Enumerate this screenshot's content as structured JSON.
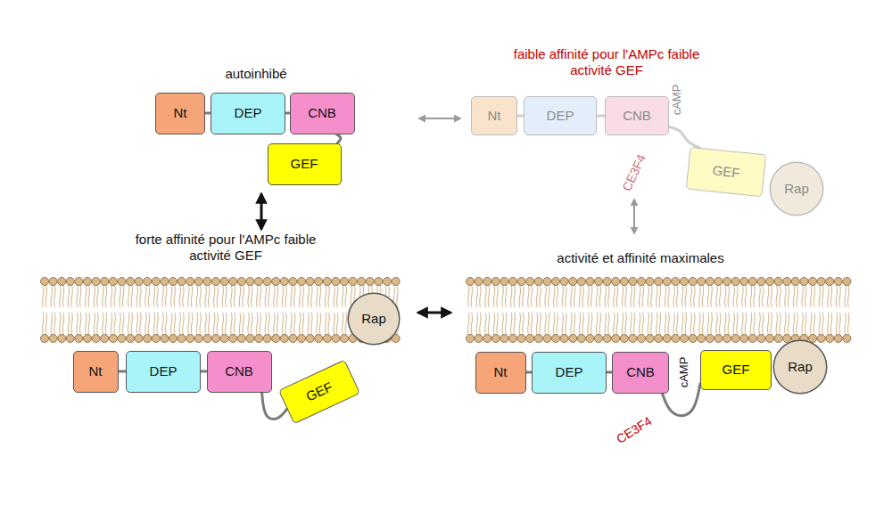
{
  "diagram": {
    "nodes": [
      {
        "text": [
          "Nt"
        ]
      },
      {
        "text": [
          "DEP"
        ]
      },
      {
        "text": [
          "CNB"
        ]
      },
      {
        "text": [
          "GEF"
        ]
      },
      {
        "text": [
          "Nt"
        ]
      },
      {
        "text": [
          "DEP"
        ]
      },
      {
        "text": [
          "CNB"
        ]
      },
      {
        "text": [
          "GEF"
        ]
      },
      {
        "text": [
          "Rap"
        ]
      },
      {
        "text": [
          "Nt"
        ]
      },
      {
        "text": [
          "DEP"
        ]
      },
      {
        "text": [
          "CNB"
        ]
      },
      {
        "text": [
          "GEF"
        ]
      },
      {
        "text": [
          "Rap"
        ]
      },
      {
        "text": [
          "Nt"
        ]
      },
      {
        "text": [
          "DEP"
        ]
      },
      {
        "text": [
          "CNB"
        ]
      },
      {
        "text": [
          "GEF"
        ]
      },
      {
        "text": [
          "Rap"
        ]
      }
    ],
    "edges": [
      {
        "from": 0,
        "to": 1,
        "arrow": "none"
      },
      {
        "from": 1,
        "to": 2,
        "arrow": "none"
      },
      {
        "from": 2,
        "to": 3,
        "arrow": "none"
      },
      {
        "from": 4,
        "to": 5,
        "arrow": "none"
      },
      {
        "from": 5,
        "to": 6,
        "arrow": "none"
      },
      {
        "from": 6,
        "to": 7,
        "arrow": "none"
      },
      {
        "from": 9,
        "to": 10,
        "arrow": "none"
      },
      {
        "from": 10,
        "to": 11,
        "arrow": "none"
      },
      {
        "from": 11,
        "to": 12,
        "arrow": "none"
      },
      {
        "from": 14,
        "to": 15,
        "arrow": "none"
      },
      {
        "from": 15,
        "to": 16,
        "arrow": "none"
      },
      {
        "from": 16,
        "to": 17,
        "arrow": "none"
      }
    ],
    "labels": [
      "autoinhibé",
      "faible affinité pour l'AMPc faible activité GEF",
      "cAMP",
      "CE3F4",
      "forte affinité pour l'AMPc faible activité GEF",
      "activité et affinité maximales",
      "cAMP",
      "CE3F4"
    ]
  }
}
